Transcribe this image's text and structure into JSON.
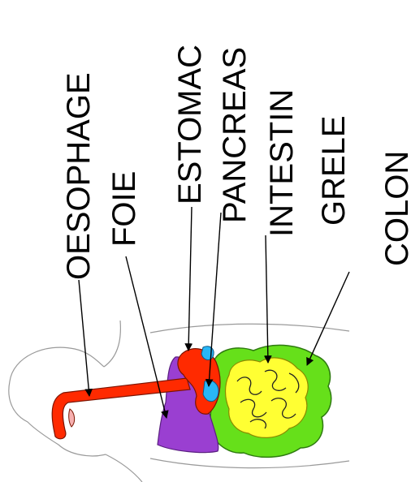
{
  "labels": {
    "oesophage": "OESOPHAGE",
    "foie": "FOIE",
    "estomac": "ESTOMAC",
    "pancreas": "PANCREAS",
    "intestin": "INTESTIN",
    "grele": "GRELE",
    "colon": "COLON"
  },
  "colors": {
    "oesophagus": "#ff2a00",
    "liver": "#9a3fd1",
    "stomach": "#ff2a00",
    "pancreas": "#29b6f6",
    "small_intestine": "#ffff33",
    "colon": "#66e01a",
    "outline": "#000000"
  }
}
